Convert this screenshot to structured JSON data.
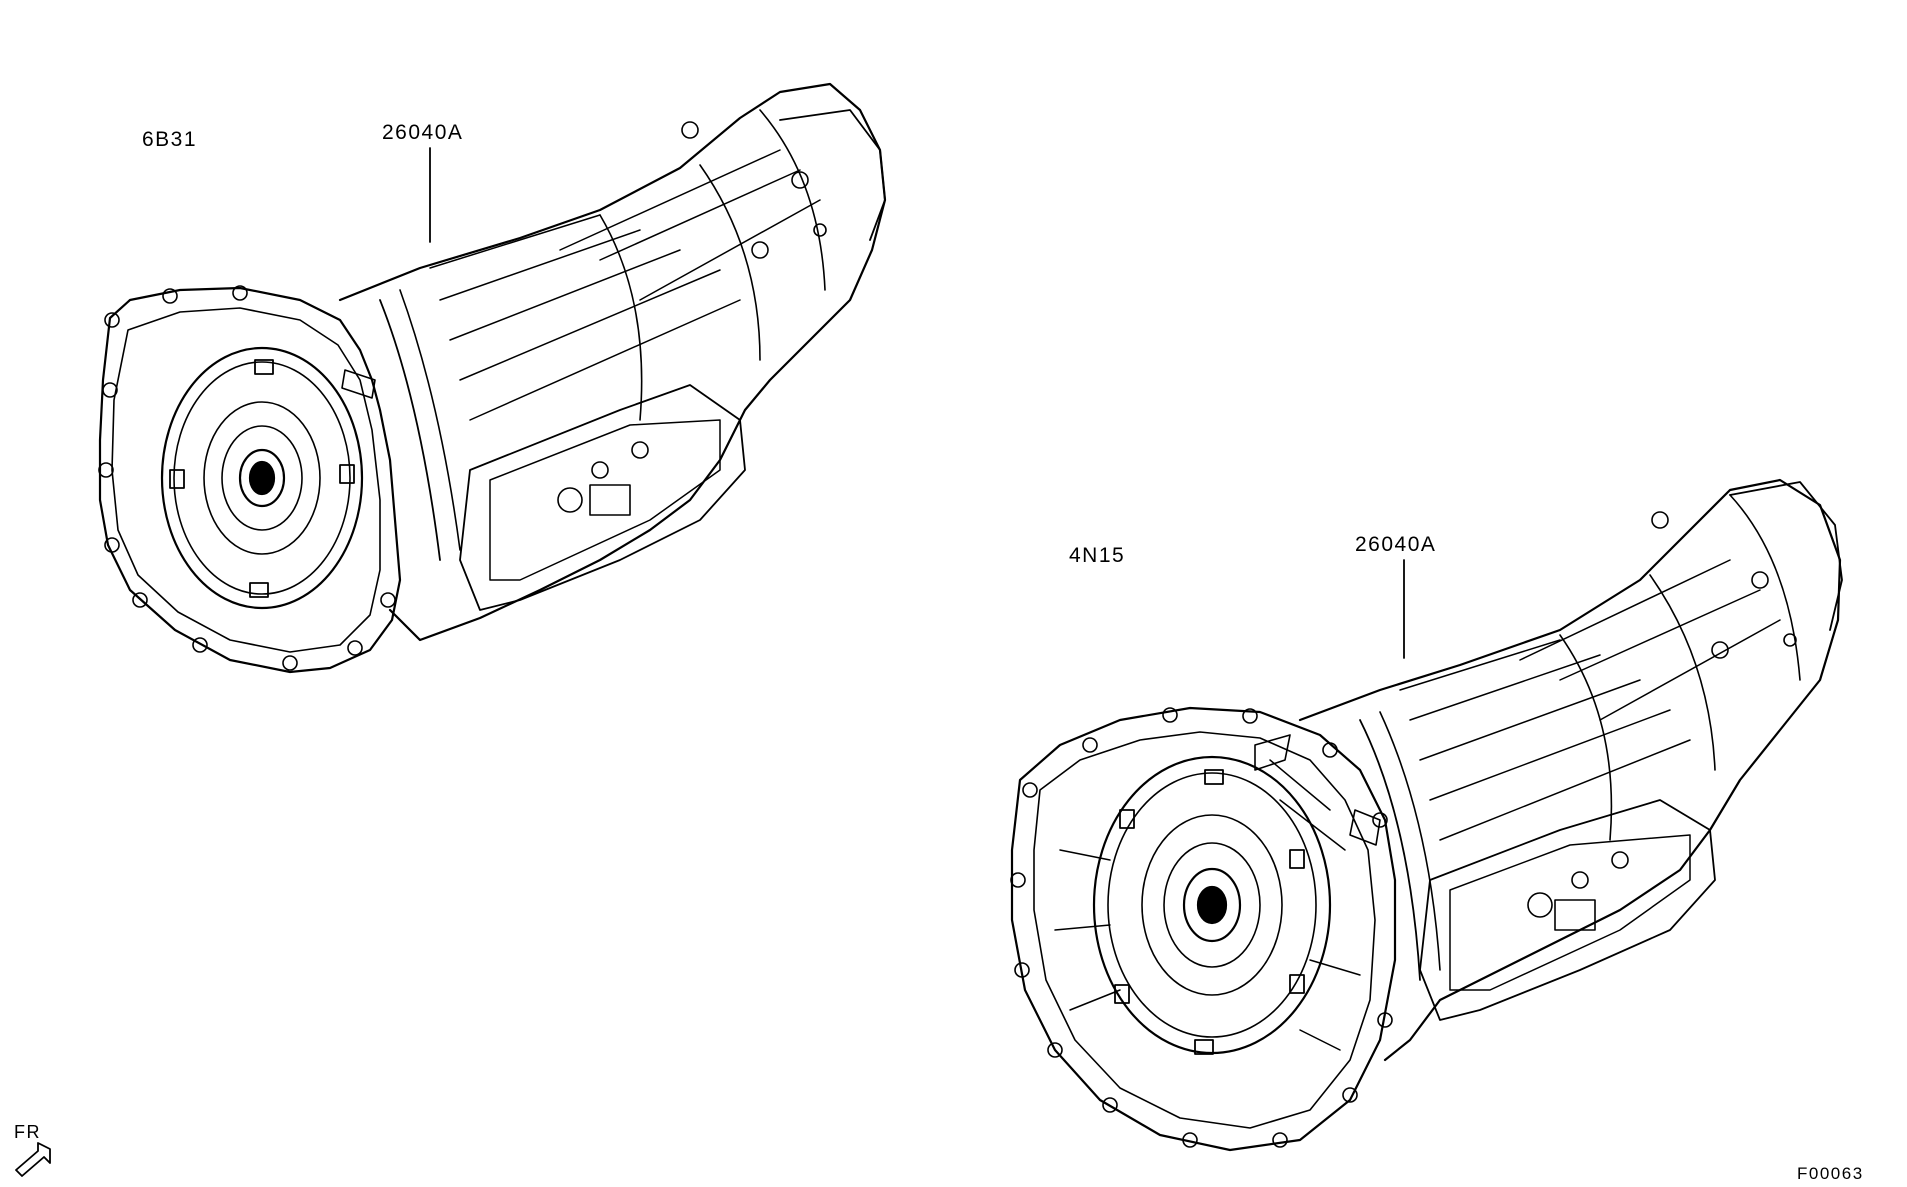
{
  "diagram": {
    "assemblies": [
      {
        "engine": "6B31",
        "part_number": "26040A"
      },
      {
        "engine": "4N15",
        "part_number": "26040A"
      }
    ],
    "direction_label": "FR",
    "figure_id": "F00063"
  }
}
